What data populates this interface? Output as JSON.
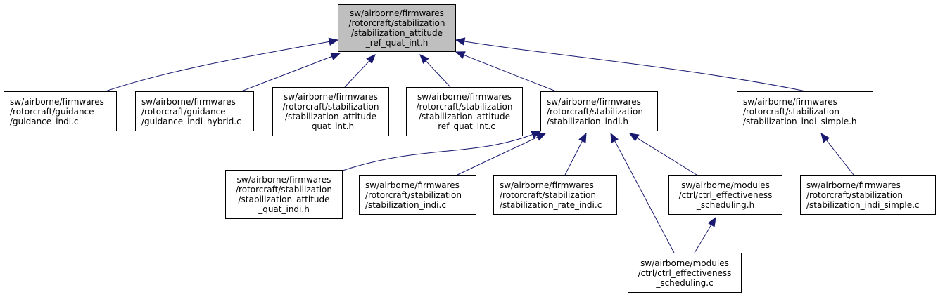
{
  "nodes": [
    {
      "id": "root",
      "lines": [
        "sw/airborne/firmwares",
        "/rotorcraft/stabilization",
        "/stabilization_attitude",
        "_ref_quat_int.h"
      ]
    },
    {
      "id": "guidance_indi_c",
      "lines": [
        "sw/airborne/firmwares",
        "/rotorcraft/guidance",
        "/guidance_indi.c"
      ]
    },
    {
      "id": "guidance_indi_hybrid_c",
      "lines": [
        "sw/airborne/firmwares",
        "/rotorcraft/guidance",
        "/guidance_indi_hybrid.c"
      ]
    },
    {
      "id": "stab_att_quat_int_h",
      "lines": [
        "sw/airborne/firmwares",
        "/rotorcraft/stabilization",
        "/stabilization_attitude",
        "_quat_int.h"
      ]
    },
    {
      "id": "stab_att_ref_quat_int_c",
      "lines": [
        "sw/airborne/firmwares",
        "/rotorcraft/stabilization",
        "/stabilization_attitude",
        "_ref_quat_int.c"
      ]
    },
    {
      "id": "stab_indi_h",
      "lines": [
        "sw/airborne/firmwares",
        "/rotorcraft/stabilization",
        "/stabilization_indi.h"
      ]
    },
    {
      "id": "stab_indi_simple_h",
      "lines": [
        "sw/airborne/firmwares",
        "/rotorcraft/stabilization",
        "/stabilization_indi_simple.h"
      ]
    },
    {
      "id": "stab_att_quat_indi_h",
      "lines": [
        "sw/airborne/firmwares",
        "/rotorcraft/stabilization",
        "/stabilization_attitude",
        "_quat_indi.h"
      ]
    },
    {
      "id": "stab_indi_c",
      "lines": [
        "sw/airborne/firmwares",
        "/rotorcraft/stabilization",
        "/stabilization_indi.c"
      ]
    },
    {
      "id": "stab_rate_indi_c",
      "lines": [
        "sw/airborne/firmwares",
        "/rotorcraft/stabilization",
        "/stabilization_rate_indi.c"
      ]
    },
    {
      "id": "ctrl_eff_sched_h",
      "lines": [
        "sw/airborne/modules",
        "/ctrl/ctrl_effectiveness",
        "_scheduling.h"
      ]
    },
    {
      "id": "stab_indi_simple_c",
      "lines": [
        "sw/airborne/firmwares",
        "/rotorcraft/stabilization",
        "/stabilization_indi_simple.c"
      ]
    },
    {
      "id": "ctrl_eff_sched_c",
      "lines": [
        "sw/airborne/modules",
        "/ctrl/ctrl_effectiveness",
        "_scheduling.c"
      ]
    }
  ],
  "edges": [
    {
      "from": "guidance_indi_c",
      "to": "root"
    },
    {
      "from": "guidance_indi_hybrid_c",
      "to": "root"
    },
    {
      "from": "stab_att_quat_int_h",
      "to": "root"
    },
    {
      "from": "stab_att_ref_quat_int_c",
      "to": "root"
    },
    {
      "from": "stab_indi_h",
      "to": "root"
    },
    {
      "from": "stab_indi_simple_h",
      "to": "root"
    },
    {
      "from": "stab_att_quat_indi_h",
      "to": "stab_indi_h"
    },
    {
      "from": "stab_indi_c",
      "to": "stab_indi_h"
    },
    {
      "from": "stab_rate_indi_c",
      "to": "stab_indi_h"
    },
    {
      "from": "ctrl_eff_sched_h",
      "to": "stab_indi_h"
    },
    {
      "from": "ctrl_eff_sched_c",
      "to": "stab_indi_h"
    },
    {
      "from": "stab_indi_simple_c",
      "to": "stab_indi_simple_h"
    },
    {
      "from": "ctrl_eff_sched_c",
      "to": "ctrl_eff_sched_h"
    }
  ],
  "colors": {
    "edge": "#191970",
    "root_fill": "#bfbfbf",
    "node_fill": "#ffffff",
    "border": "#000000"
  }
}
